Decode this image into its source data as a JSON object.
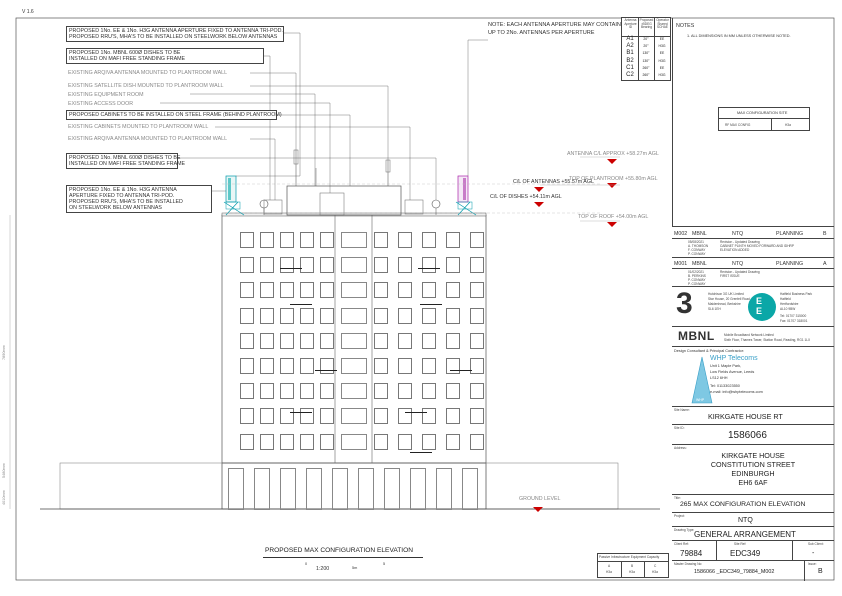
{
  "sheet": {
    "version_label": "V 1.6"
  },
  "annotations": {
    "a1_line1": "PROPOSED 1No. EE & 1No. H3G ANTENNA APERTURE FIXED TO ANTENNA TRI-POD.",
    "a1_line2": "PROPOSED RRU'S, MHA'S TO BE INSTALLED ON STEELWORK BELOW ANTENNAS",
    "a2_line1": "PROPOSED 1No. MBNL 600Ø DISHES TO BE",
    "a2_line2": "INSTALLED ON MAFI FREE STANDING FRAME",
    "e1": "EXISTING ARQIVA ANTENNA MOUNTED TO PLANTROOM WALL",
    "e2": "EXISTING SATELLITE DISH MOUNTED TO PLANTROOM WALL",
    "e3": "EXISTING EQUIPMENT ROOM",
    "e4": "EXISTING ACCESS DOOR",
    "a3": "PROPOSED CABINETS TO BE INSTALLED ON STEEL FRAME (BEHIND PLANTROOM)",
    "e5": "EXISTING CABINETS MOUNTED TO PLANTROOM WALL",
    "e6": "EXISTING ARQIVA ANTENNA MOUNTED TO PLANTROOM WALL",
    "a4_line1": "PROPOSED 1No. MBNL 600Ø DISHES TO BE",
    "a4_line2": "INSTALLED ON MAFI FREE STANDING FRAME",
    "a5_line1": "PROPOSED 1No. EE & 1No. H3G ANTENNA",
    "a5_line2": "APERTURE FIXED TO ANTENNA TRI-POD.",
    "a5_line3": "PROPOSED RRU'S, MHA'S TO BE INSTALLED",
    "a5_line4": "ON STEELWORK BELOW ANTENNAS",
    "note_line1": "NOTE: EACH ANTENNA APERTURE MAY CONTAIN",
    "note_line2": "UP TO 2No. ANTENNAS PER APERTURE"
  },
  "levels": {
    "antenna": "ANTENNA C/L APPROX +58.27m AGL",
    "cl_antennas": "C/L OF ANTENNAS +55.57m AGL",
    "cl_dishes": "C/L OF DISHES +54.11m AGL",
    "plantroom": "TOP OF PLANTROOM +55.80m AGL",
    "roof": "TOP OF ROOF +54.00m AGL",
    "ground": "GROUND LEVEL"
  },
  "side_dims": {
    "d1": "7890mm",
    "d2": "5480mm",
    "d3": "4010mm"
  },
  "aperture_table": {
    "headers": [
      "Antenna Aperture ID",
      "Proposed ±5DEG Bearing",
      "Operator Shared SCHAE"
    ],
    "rows": [
      [
        "A1",
        "20°",
        "EE"
      ],
      [
        "A2",
        "20°",
        "H3G"
      ],
      [
        "B1",
        "130°",
        "EE"
      ],
      [
        "B2",
        "130°",
        "H3G"
      ],
      [
        "C1",
        "260°",
        "EE"
      ],
      [
        "C2",
        "260°",
        "H3G"
      ]
    ]
  },
  "notes": {
    "title": "NOTES",
    "item": "1.      ALL DIMENSIONS IN MM UNLESS OTHERWISE NOTED."
  },
  "max_config": {
    "title": "MAX CONFIGURATION SITE",
    "label": "RF MAX CONFIG",
    "value": "H3a"
  },
  "revisions": [
    {
      "rev": "M002",
      "client": "MBNL",
      "code": "NTQ",
      "status": "PLANNING",
      "letter": "B",
      "date": "05/08/2021",
      "desc1": "Revision - Updated Drawing",
      "desc2": "CABINET PLINTH MOVED FORWARD AND IDHRP",
      "desc3": "ELEVATION ADDED",
      "drawn": "A. THOMSON",
      "checked": "F. CONWAY",
      "approved": "P. CONWAY"
    },
    {
      "rev": "M001",
      "client": "MBNL",
      "code": "NTQ",
      "status": "PLANNING",
      "letter": "A",
      "date": "01/02/2021",
      "desc1": "Revision - Updated Drawing",
      "desc2": "FIRST ISSUE",
      "drawn": "B. PERKINS",
      "checked": "P. CONWAY",
      "approved": "P. CONWAY"
    }
  ],
  "logos": {
    "three_addr1": "Hutchison 3G UK Limited",
    "three_addr2": "Star House, 20 Grenfell Road",
    "three_addr3": "Maidenhead, Berkshire",
    "three_addr4": "SL6 1EH",
    "ee_addr1": "Hatfield Business Park",
    "ee_addr2": "Hatfield",
    "ee_addr3": "Hertfordshire",
    "ee_addr4": "AL10 9BW",
    "ee_tel": "Tel: 01707 315000",
    "ee_fax": "Fax: 01707 318001",
    "mbnl": "MBNL",
    "mbnl_line1": "Mobile Broadband Network Limited",
    "mbnl_line2": "Sixth Floor, Thames Tower, Station Road, Reading, RG1 1LX"
  },
  "consultant": {
    "label": "Design Consultant & Principal Contractor:",
    "name": "WHP Telecoms",
    "addr1": "Unit 1 Maple Park,",
    "addr2": "Low Fields Avenue, Leeds",
    "addr3": "LS12 6HH",
    "tel": "Tel: 01133023550",
    "email": "e-mail: info@whptelecoms.com",
    "badge": "WHP"
  },
  "site": {
    "name_label": "Site Name:",
    "name": "KIRKGATE HOUSE RT",
    "id_label": "Site ID:",
    "id": "1586066",
    "address_label": "Address:",
    "addr1": "KIRKGATE HOUSE",
    "addr2": "CONSTITUTION STREET",
    "addr3": "EDINBURGH",
    "addr4": "EH6 6AF"
  },
  "drawing": {
    "title_label": "Title:",
    "title": "265 MAX CONFIGURATION ELEVATION",
    "project_label": "Project:",
    "project": "NTQ",
    "type_label": "Drawing Type:",
    "type": "GENERAL ARRANGEMENT",
    "client_ref_label": "Client Ref:",
    "client_ref": "79884",
    "site_ref_label": "Site Ref:",
    "site_ref": "EDC349",
    "sub_label": "Sub Client:",
    "sub": "-",
    "number_label": "Master Drawing No:",
    "number": "1586066 _EDC349_79884_M002",
    "issue_label": "Issue:",
    "issue": "B"
  },
  "capacity": {
    "title": "Passive Infrastructure Equipment Capacity",
    "cols": [
      "A",
      "B",
      "C"
    ],
    "vals": [
      "H3a",
      "H3a",
      "H3a"
    ]
  },
  "caption": {
    "title": "PROPOSED MAX CONFIGURATION ELEVATION",
    "scale": "1:200",
    "scale_unit": "0m",
    "scale_a": "0",
    "scale_b": "5",
    "scale_c": "5m"
  }
}
